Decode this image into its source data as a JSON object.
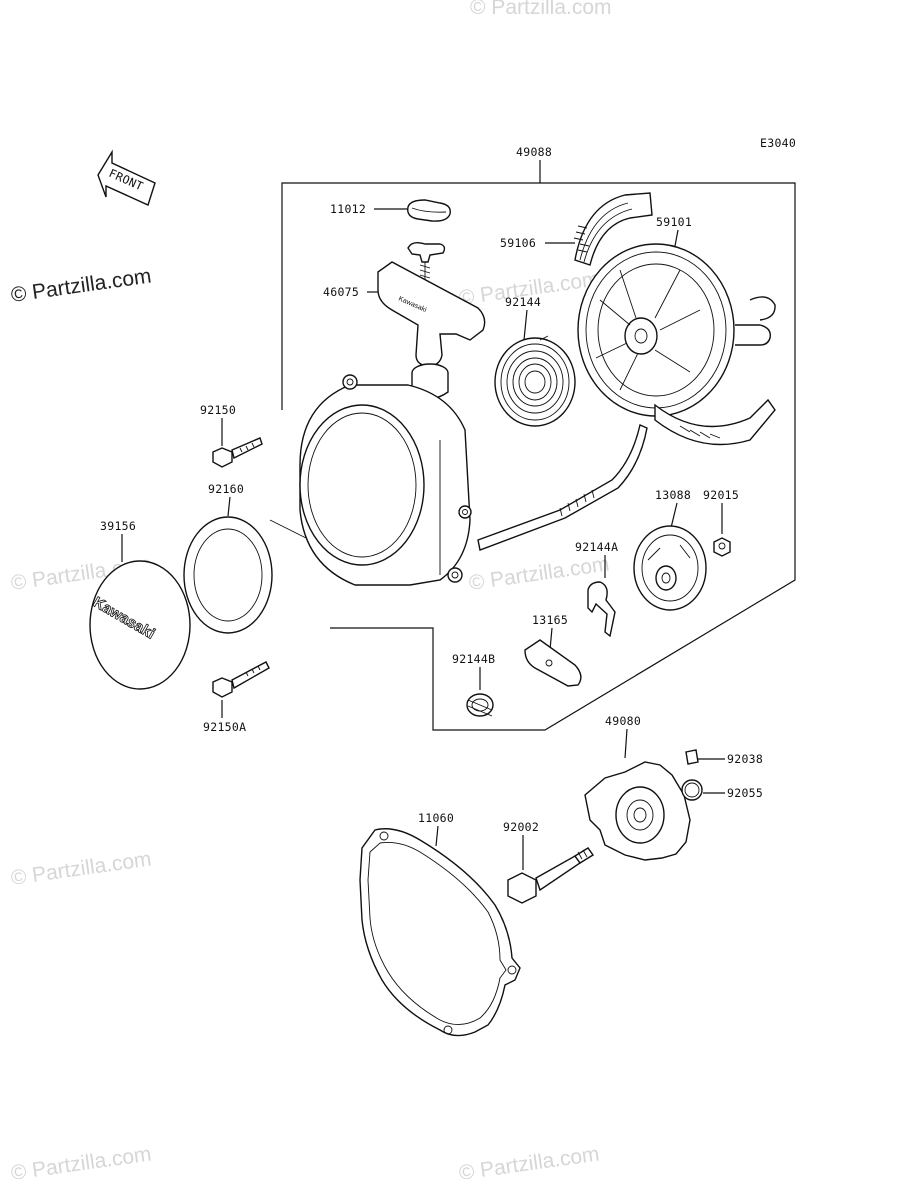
{
  "diagram_code": "E3040",
  "front_label": "FRONT",
  "brand_text": "Kawasaki",
  "handle_text": "Kawasaki",
  "watermark": {
    "main": "© Partzilla.com",
    "faint": "© Partzilla.com"
  },
  "parts": [
    {
      "id": "p49088",
      "number": "49088"
    },
    {
      "id": "p11012",
      "number": "11012"
    },
    {
      "id": "p59106",
      "number": "59106"
    },
    {
      "id": "p59101",
      "number": "59101"
    },
    {
      "id": "p46075",
      "number": "46075"
    },
    {
      "id": "p92144",
      "number": "92144"
    },
    {
      "id": "p92150",
      "number": "92150"
    },
    {
      "id": "p92160",
      "number": "92160"
    },
    {
      "id": "p39156",
      "number": "39156"
    },
    {
      "id": "p13088",
      "number": "13088"
    },
    {
      "id": "p92015",
      "number": "92015"
    },
    {
      "id": "p92144A",
      "number": "92144A"
    },
    {
      "id": "p13165",
      "number": "13165"
    },
    {
      "id": "p92144B",
      "number": "92144B"
    },
    {
      "id": "p92150A",
      "number": "92150A"
    },
    {
      "id": "p49080",
      "number": "49080"
    },
    {
      "id": "p92038",
      "number": "92038"
    },
    {
      "id": "p92055",
      "number": "92055"
    },
    {
      "id": "p11060",
      "number": "11060"
    },
    {
      "id": "p92002",
      "number": "92002"
    }
  ]
}
